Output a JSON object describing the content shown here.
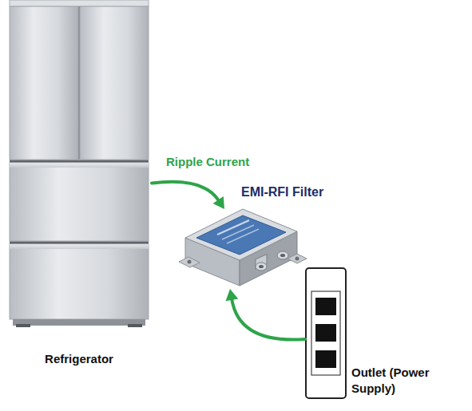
{
  "diagram": {
    "nodes": [
      {
        "text": [
          "Refrigerator"
        ]
      },
      {
        "text": [
          "EMI-RFI Filter"
        ]
      },
      {
        "text": [
          "Outlet (Power Supply)"
        ]
      }
    ],
    "edges": [
      {
        "from": 0,
        "to": 1,
        "arrow": "to",
        "label": "Ripple Current"
      },
      {
        "from": 2,
        "to": 1,
        "arrow": "to"
      }
    ]
  }
}
